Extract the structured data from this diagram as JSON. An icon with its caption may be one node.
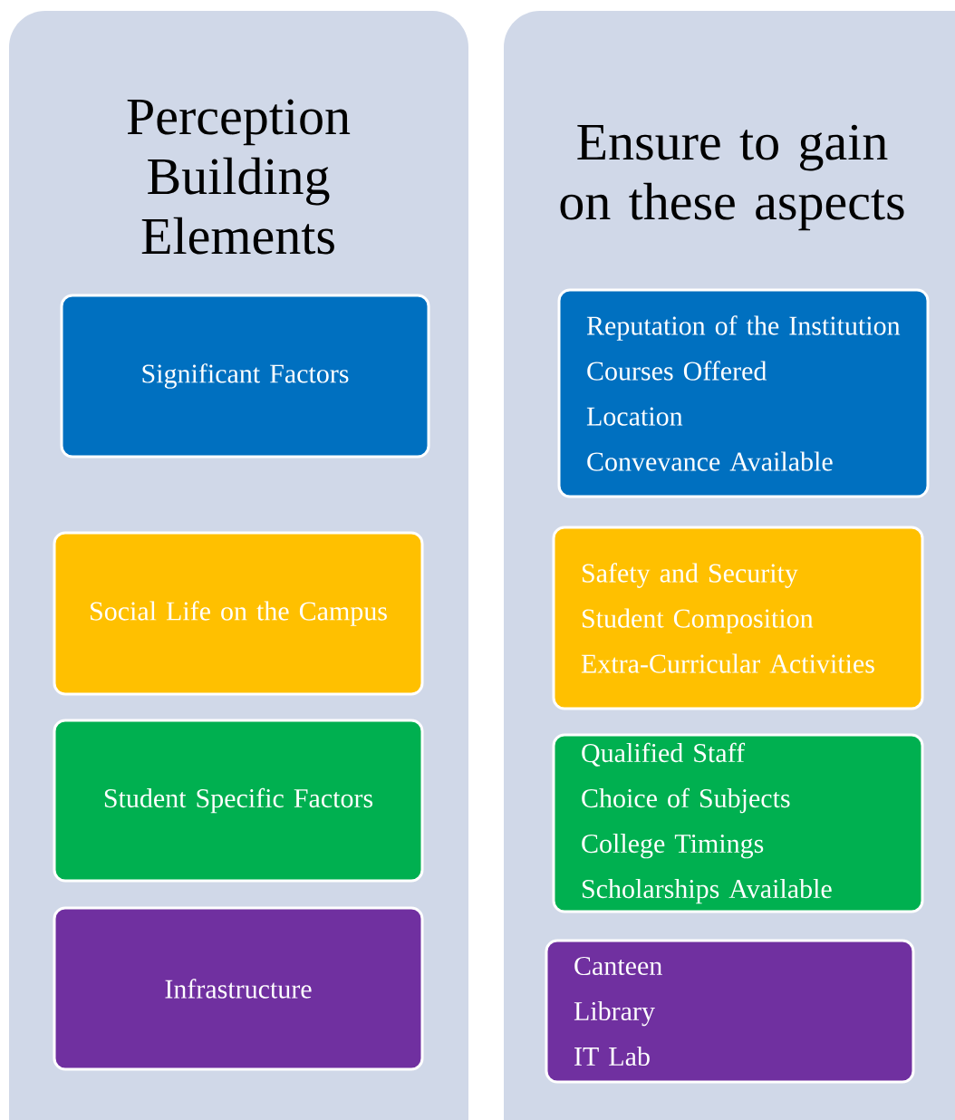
{
  "diagram": {
    "nodes": [
      {
        "text": [
          "Perception Building Elements"
        ]
      },
      {
        "text": [
          "Significant Factors"
        ],
        "in": 0
      },
      {
        "text": [
          "Social Life on the Campus"
        ],
        "in": 0
      },
      {
        "text": [
          "Student Specific Factors"
        ],
        "in": 0
      },
      {
        "text": [
          "Infrastructure"
        ],
        "in": 0
      },
      {
        "text": [
          "Ensure to gain on these aspects"
        ]
      },
      {
        "text": [
          "Reputation of the Institution",
          "Courses Offered",
          "Location",
          "Convevance Available"
        ],
        "in": 5
      },
      {
        "text": [
          "Safety and Security",
          "Student Composition",
          "Extra-Curricular Activities"
        ],
        "in": 5
      },
      {
        "text": [
          "Qualified Staff",
          "Choice of Subjects",
          "College Timings",
          "Scholarships Available"
        ],
        "in": 5
      },
      {
        "text": [
          "Canteen",
          "Library",
          "IT Lab"
        ],
        "in": 5
      }
    ]
  }
}
